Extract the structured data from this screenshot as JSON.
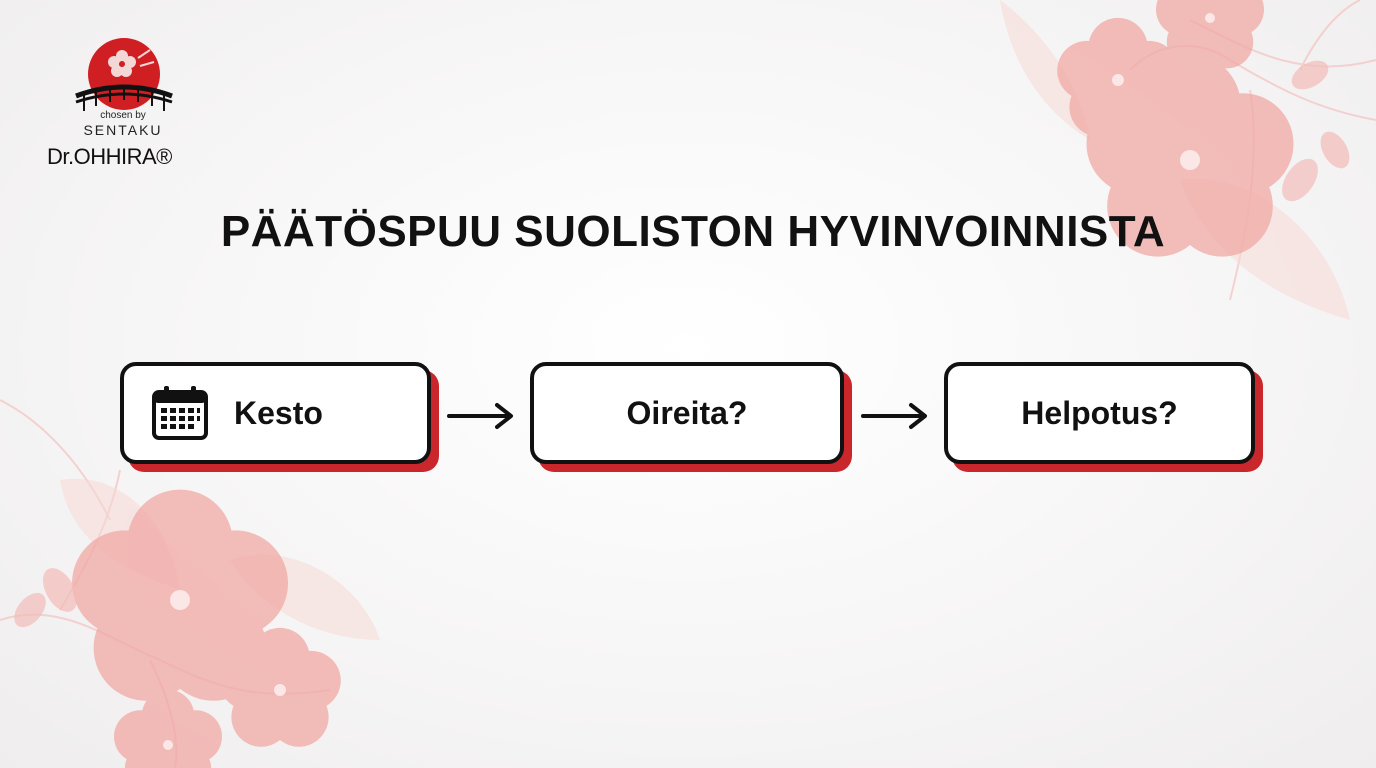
{
  "brand": {
    "chosen_by": "chosen by",
    "sentaku": "SENTAKU",
    "name": "Dr.OHHIRA®"
  },
  "title": "PÄÄTÖSPUU SUOLISTON HYVINVOINNISTA",
  "steps": [
    {
      "label": "Kesto",
      "icon": "calendar-icon"
    },
    {
      "label": "Oireita?"
    },
    {
      "label": "Helpotus?"
    }
  ],
  "colors": {
    "accent": "#c9272c",
    "blossom": "#f0a9a5",
    "text": "#111111",
    "background": "#f5f4f4"
  }
}
